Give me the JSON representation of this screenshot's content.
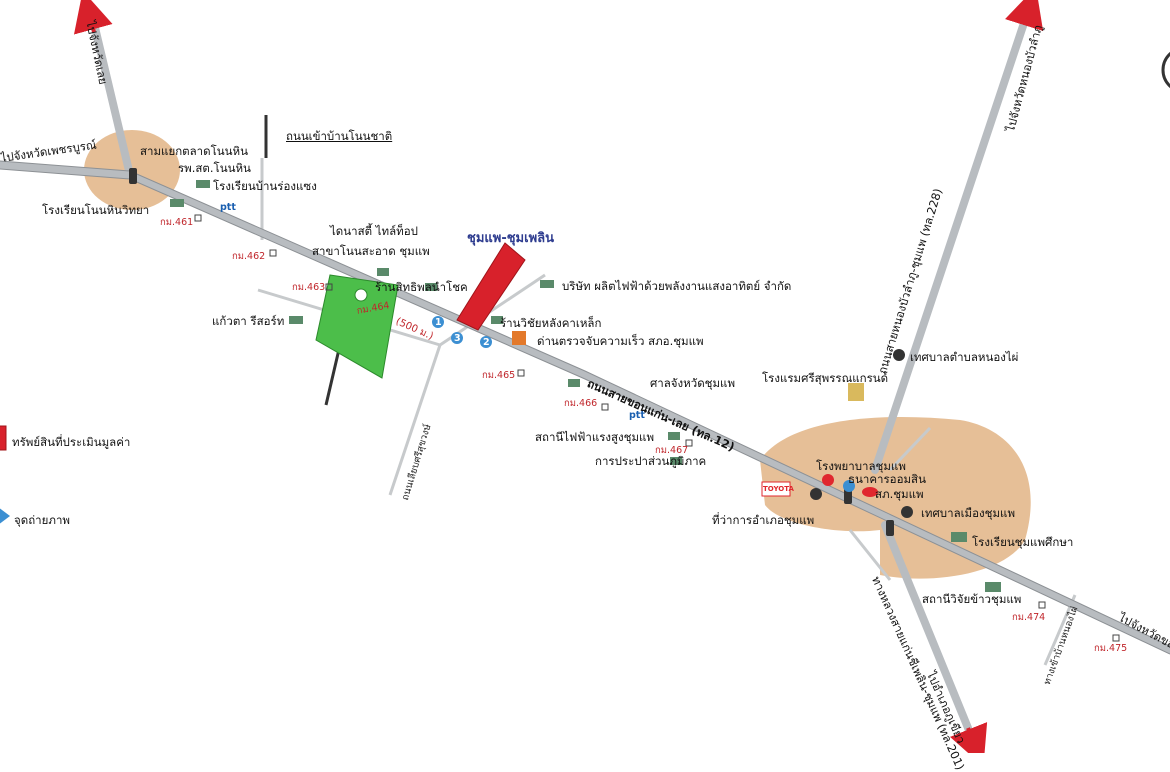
{
  "subject_label": "ชุมแพ-ชุมเพลิน",
  "roads": {
    "to_loei_nw": "ไปจังหวัดเลย",
    "to_phetchabun": "ไปจังหวัดเพชรบูรณ์",
    "to_nongbua": "ไปจังหวัดหนองบัวลำภู",
    "highway_12": "ถนนสายขอนแก่น-เลย (ทล.12)",
    "highway_228": "ถนนสายหนองบัวลำภู-ชุมแพ (ทล.228)",
    "highway_201": "ทางหลวงสายแก่นชีเพลิน-ชุมแพ (ทล.201)",
    "to_khonkaen_e": "ไปจังหวัดขอนแก่น",
    "to_phukhieo": "ไปอำเภอภูเขียว",
    "ban_non_chat": "ถนนเข้าบ้านโนนชาติ",
    "srisuk_road": "ถนนเลียบศรีสุขวงษ์",
    "nong_phai_road": "ทางเข้าบ้านหนองไผ่"
  },
  "places": {
    "non_hin_junction": "สามแยกตลาดโนนหิน",
    "non_hin_hospital": "รพ.สต.โนนหิน",
    "ban_rong_saeng_school": "โรงเรียนบ้านร่องแซง",
    "non_hin_school": "โรงเรียนโนนหินวิทยา",
    "daynasty": "ไดนาสตี้ ไทล์ท็อป",
    "sakha_non_sa_at": "สาขาโนนสะอาด ชุมแพ",
    "siri_phon_shop": "ร้านสิทธิพลนำโชค",
    "kaew_ta_resort": "แก้วตา รีสอร์ท",
    "solar_company": "บริษัท ผลิตไฟฟ้าด้วยพลังงานแสงอาทิตย์ จำกัด",
    "wichai_steel": "ร้านวิชัยหลังคาเหล็ก",
    "speed_checkpoint": "ด่านตรวจจับความเร็ว สภอ.ชุมแพ",
    "provincial_court": "ศาลจังหวัดชุมแพ",
    "hv_station": "สถานีไฟฟ้าแรงสูงชุมแพ",
    "waterworks": "การประปาส่วนภูมิภาค",
    "hotel": "โรงแรมศรีสุพรรณแกรนด์",
    "nong_phai_municipality": "เทศบาลตำบลหนองไผ่",
    "chum_phae_hospital": "โรงพยาบาลชุมแพ",
    "gsb_bank": "ธนาคารออมสิน",
    "chum_phae_police": "สภ.ชุมแพ",
    "district_office": "ที่ว่าการอำเภอชุมแพ",
    "chum_phae_municipality": "เทศบาลเมืองชุมแพ",
    "chum_phae_school": "โรงเรียนชุมแพศึกษา",
    "rice_research": "สถานีวิจัยข้าวชุมแพ"
  },
  "markers": {
    "subject_distance": "(500 ม.)",
    "photo_points": [
      "1",
      "2",
      "3"
    ]
  },
  "km_posts": {
    "k461": "กม.461",
    "k462": "กม.462",
    "k463": "กม.463",
    "k464": "กม.464",
    "k465": "กม.465",
    "k466": "กม.466",
    "k467": "กม.467",
    "k474": "กม.474",
    "k475": "กม.475"
  },
  "small_icons": {
    "ptt": "ptt",
    "toyota": "TOYOTA"
  },
  "legend": {
    "subject": "ทรัพย์สินที่ประเมินมูลค่า",
    "photo_point": "จุดถ่ายภาพ"
  },
  "colors": {
    "town_zone": "#e6bf97",
    "subject_parcel": "#d8212b",
    "green_parcel": "#4cbe4a",
    "road": "#b8bcc0",
    "arrow": "#d8212b",
    "photo_marker": "#3c8fd2"
  }
}
